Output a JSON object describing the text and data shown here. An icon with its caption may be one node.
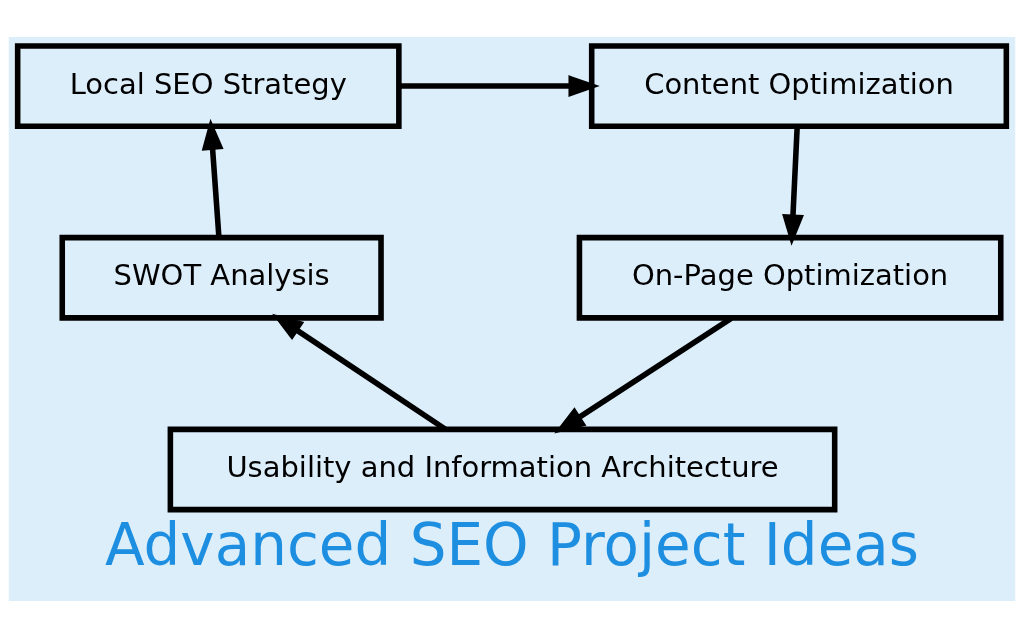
{
  "diagram": {
    "title": "Advanced SEO Project Ideas",
    "nodes": [
      {
        "text": [
          "Local SEO Strategy"
        ]
      },
      {
        "text": [
          "Content Optimization"
        ]
      },
      {
        "text": [
          "On-Page Optimization"
        ]
      },
      {
        "text": [
          "Usability and Information Architecture"
        ]
      },
      {
        "text": [
          "SWOT Analysis"
        ]
      }
    ],
    "edges": [
      {
        "from": 0,
        "to": 1,
        "arrow": "to"
      },
      {
        "from": 1,
        "to": 2,
        "arrow": "to"
      },
      {
        "from": 2,
        "to": 3,
        "arrow": "to"
      },
      {
        "from": 3,
        "to": 4,
        "arrow": "to"
      },
      {
        "from": 4,
        "to": 0,
        "arrow": "to"
      }
    ]
  }
}
